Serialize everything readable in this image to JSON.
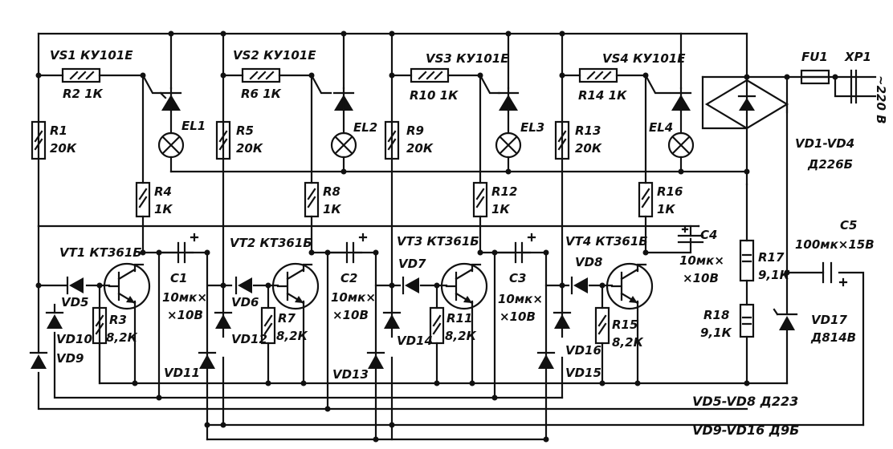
{
  "labels": {
    "vs1": "VS1 КУ101Е",
    "vs2": "VS2 КУ101Е",
    "vs3": "VS3 КУ101Е",
    "vs4": "VS4 КУ101Е",
    "r2": "R2 1К",
    "r6": "R6 1К",
    "r10": "R10 1К",
    "r14": "R14 1К",
    "el1": "EL1",
    "el2": "EL2",
    "el3": "EL3",
    "el4": "EL4",
    "r1": "R1",
    "r1v": "20К",
    "r5": "R5",
    "r5v": "20К",
    "r9": "R9",
    "r9v": "20К",
    "r13": "R13",
    "r13v": "20К",
    "r4": "R4",
    "r4v": "1К",
    "r8": "R8",
    "r8v": "1К",
    "r12": "R12",
    "r12v": "1К",
    "r16": "R16",
    "r16v": "1К",
    "vt1": "VT1 КТ361Б",
    "vt2": "VT2 КТ361Б",
    "vt3": "VT3 КТ361Б",
    "vt4": "VT4 КТ361Б",
    "c1": "C1",
    "c1v1": "10мк×",
    "c1v2": "×10В",
    "c2": "C2",
    "c2v1": "10мк×",
    "c2v2": "×10В",
    "c3": "C3",
    "c3v1": "10мк×",
    "c3v2": "×10В",
    "c4": "C4",
    "c4v1": "10мк×",
    "c4v2": "×10В",
    "r3": "R3",
    "r3v": "8,2К",
    "r7": "R7",
    "r7v": "8,2К",
    "r11": "R11",
    "r11v": "8,2К",
    "r15": "R15",
    "r15v": "8,2К",
    "vd5": "VD5",
    "vd6": "VD6",
    "vd7": "VD7",
    "vd8": "VD8",
    "vd9": "VD9",
    "vd10": "VD10",
    "vd11": "VD11",
    "vd12": "VD12",
    "vd13": "VD13",
    "vd14": "VD14",
    "vd15": "VD15",
    "vd16": "VD16",
    "fu1": "FU1",
    "xp1": "XP1",
    "v220": "~220 В",
    "vd14bridge": "VD1-VD4",
    "d226": "Д226Б",
    "c5": "C5",
    "c5v": "100мк×15В",
    "r17": "R17",
    "r17v": "9,1К",
    "r18": "R18",
    "r18v": "9,1К",
    "vd17": "VD17",
    "d814": "Д814В",
    "note1": "VD5-VD8  Д223",
    "note2": "VD9-VD16  Д9Б"
  }
}
